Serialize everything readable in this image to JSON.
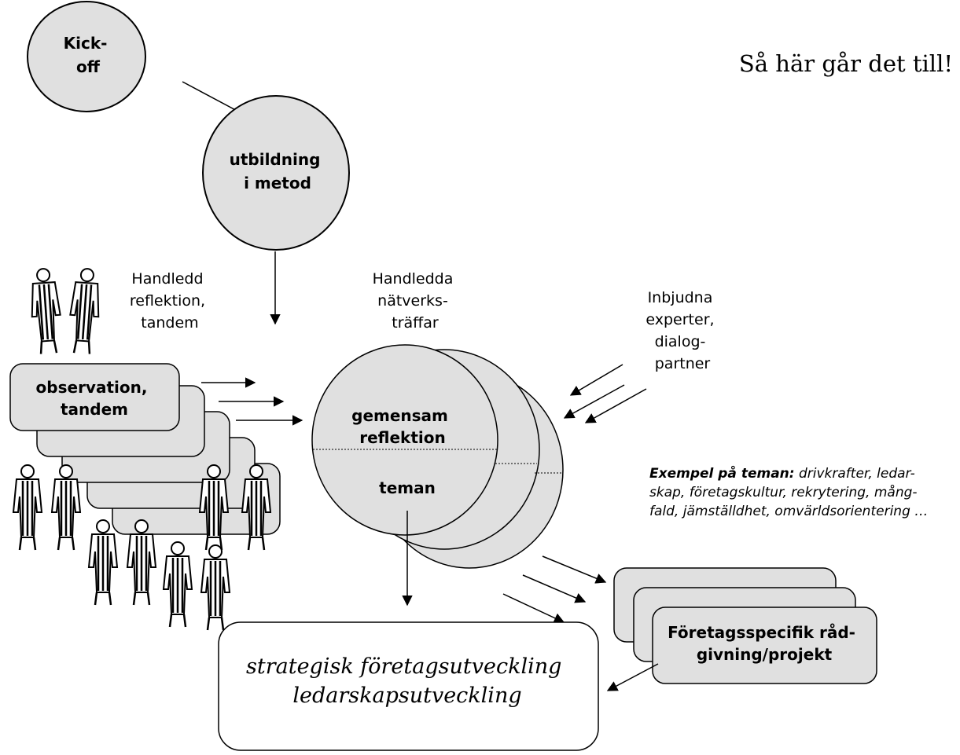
{
  "title": "Så här går det till!",
  "kickoff": {
    "line1": "Kick-",
    "line2": "off"
  },
  "training": {
    "line1": "utbildning",
    "line2": "i metod"
  },
  "reflection_label": {
    "line1": "Handledd",
    "line2": "reflektion,",
    "line3": "tandem"
  },
  "network_label": {
    "line1": "Handledda",
    "line2": "nätverks-",
    "line3": "träffar"
  },
  "experts_label": {
    "line1": "Inbjudna",
    "line2": "experter,",
    "line3": "dialog-",
    "line4": "partner"
  },
  "observation": {
    "line1": "observation,",
    "line2": "tandem"
  },
  "center": {
    "line1": "gemensam",
    "line2": "reflektion",
    "themes": "teman"
  },
  "examples": {
    "lead": "Exempel på teman:",
    "line1_rest": " drivkrafter, ledar-",
    "line2": "skap, företagskultur, rekrytering, mång-",
    "line3": "fald, jämställdhet, omvärldsorientering …"
  },
  "advice": {
    "line1": "Företagsspecifik råd-",
    "line2": "givning/projekt"
  },
  "outcome": {
    "line1": "strategisk företagsutveckling",
    "line2": "ledarskapsutveckling"
  },
  "colors": {
    "fill": "#e0e0e0",
    "stroke": "#000000"
  }
}
